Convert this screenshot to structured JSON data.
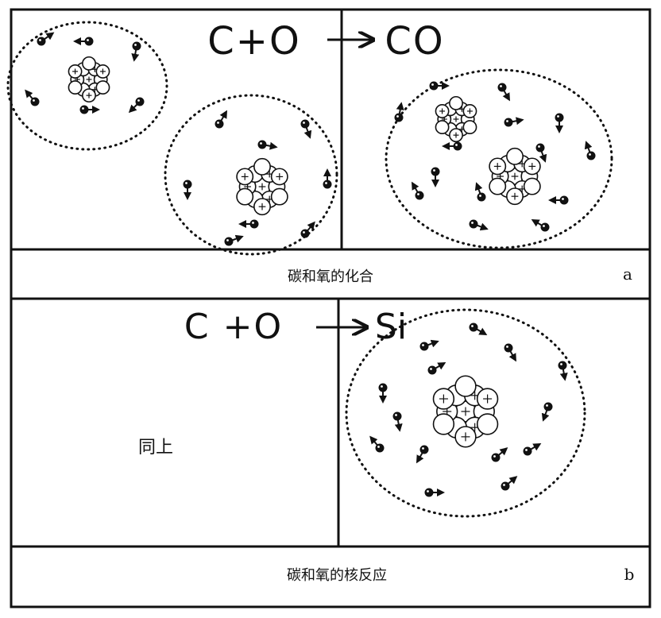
{
  "panel_a": {
    "equation": {
      "left": "C+O",
      "arrow": "→",
      "right": "CO"
    },
    "caption": "碳和氧的化合",
    "label": "a"
  },
  "panel_b": {
    "equation": {
      "left": "C +O",
      "arrow": "→",
      "right": "Si"
    },
    "left_note": "同上",
    "caption": "碳和氧的核反应",
    "label": "b"
  },
  "colors": {
    "ink": "#111111",
    "paper": "#ffffff"
  }
}
